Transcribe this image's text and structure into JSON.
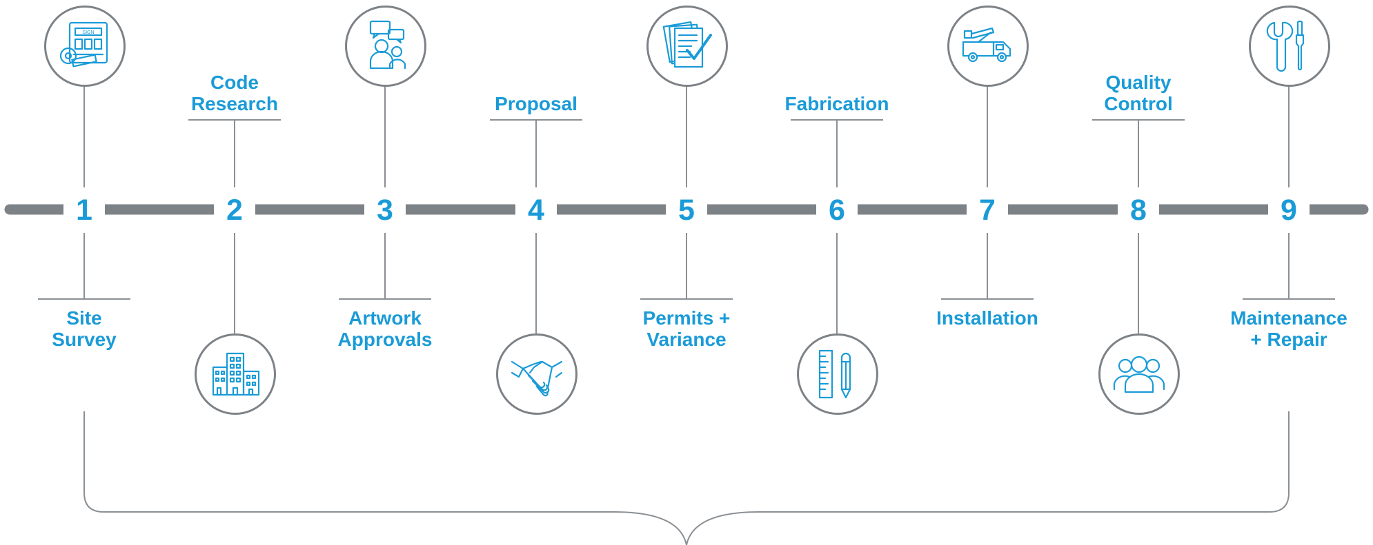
{
  "colors": {
    "accent": "#1a9bd7",
    "line": "#7d8287",
    "thin_line": "#8a8f94"
  },
  "steps": [
    {
      "number": "1",
      "label": "Site\nSurvey",
      "label_side": "bottom",
      "icon": "site-plan-icon"
    },
    {
      "number": "2",
      "label": "Code\nResearch",
      "label_side": "top",
      "icon": "buildings-icon"
    },
    {
      "number": "3",
      "label": "Artwork\nApprovals",
      "label_side": "bottom",
      "icon": "discussion-icon"
    },
    {
      "number": "4",
      "label": "Proposal",
      "label_side": "top",
      "icon": "handshake-icon"
    },
    {
      "number": "5",
      "label": "Permits +\nVariance",
      "label_side": "bottom",
      "icon": "document-check-icon"
    },
    {
      "number": "6",
      "label": "Fabrication",
      "label_side": "top",
      "icon": "ruler-pencil-icon"
    },
    {
      "number": "7",
      "label": "Installation",
      "label_side": "bottom",
      "icon": "bucket-truck-icon"
    },
    {
      "number": "8",
      "label": "Quality\nControl",
      "label_side": "top",
      "icon": "team-icon"
    },
    {
      "number": "9",
      "label": "Maintenance\n+ Repair",
      "label_side": "bottom",
      "icon": "wrench-screwdriver-icon"
    }
  ]
}
